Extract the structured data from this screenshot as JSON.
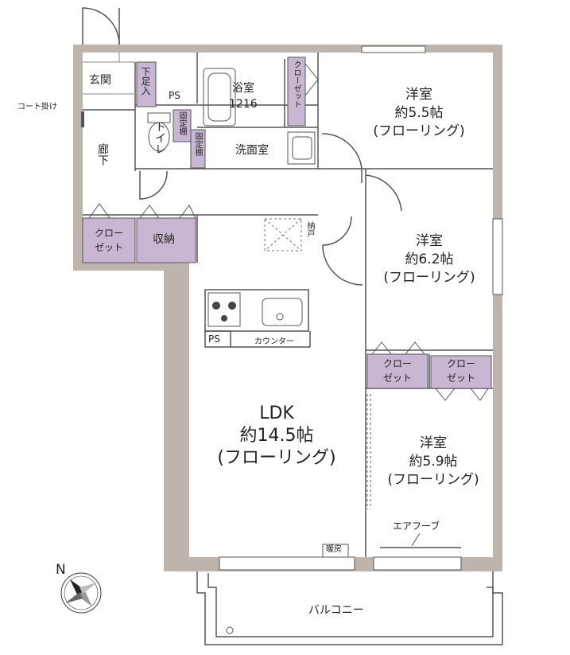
{
  "rooms": {
    "ldk": {
      "name": "LDK",
      "size": "約14.5帖",
      "floor": "(フローリング)"
    },
    "room_ne": {
      "name": "洋室",
      "size": "約5.5帖",
      "floor": "(フローリング)"
    },
    "room_e": {
      "name": "洋室",
      "size": "約6.2帖",
      "floor": "(フローリング)"
    },
    "room_se": {
      "name": "洋室",
      "size": "約5.9帖",
      "floor": "(フローリング)"
    },
    "bath": {
      "name": "浴室",
      "size": "1216"
    },
    "washroom": "洗面室",
    "toilet": "トイレ",
    "entrance": "玄関",
    "hallway": "廊下",
    "balcony": "バルコニー"
  },
  "storage": {
    "closet_label_top": "クロー",
    "closet_label_bottom": "ゼット",
    "closet_vertical": "クローゼット",
    "storage": "収納",
    "shoe_box": "下足入",
    "fixed_shelf": "固定棚",
    "linen": "納戸"
  },
  "fixtures": {
    "ps": "PS",
    "counter": "カウンター",
    "coat_hook": "コート掛け",
    "air_hood": "エアフーブ",
    "heater": "暖房"
  },
  "colors": {
    "wall": "#bdb5ad",
    "closet": "#c9b6d2",
    "line": "#555555"
  }
}
